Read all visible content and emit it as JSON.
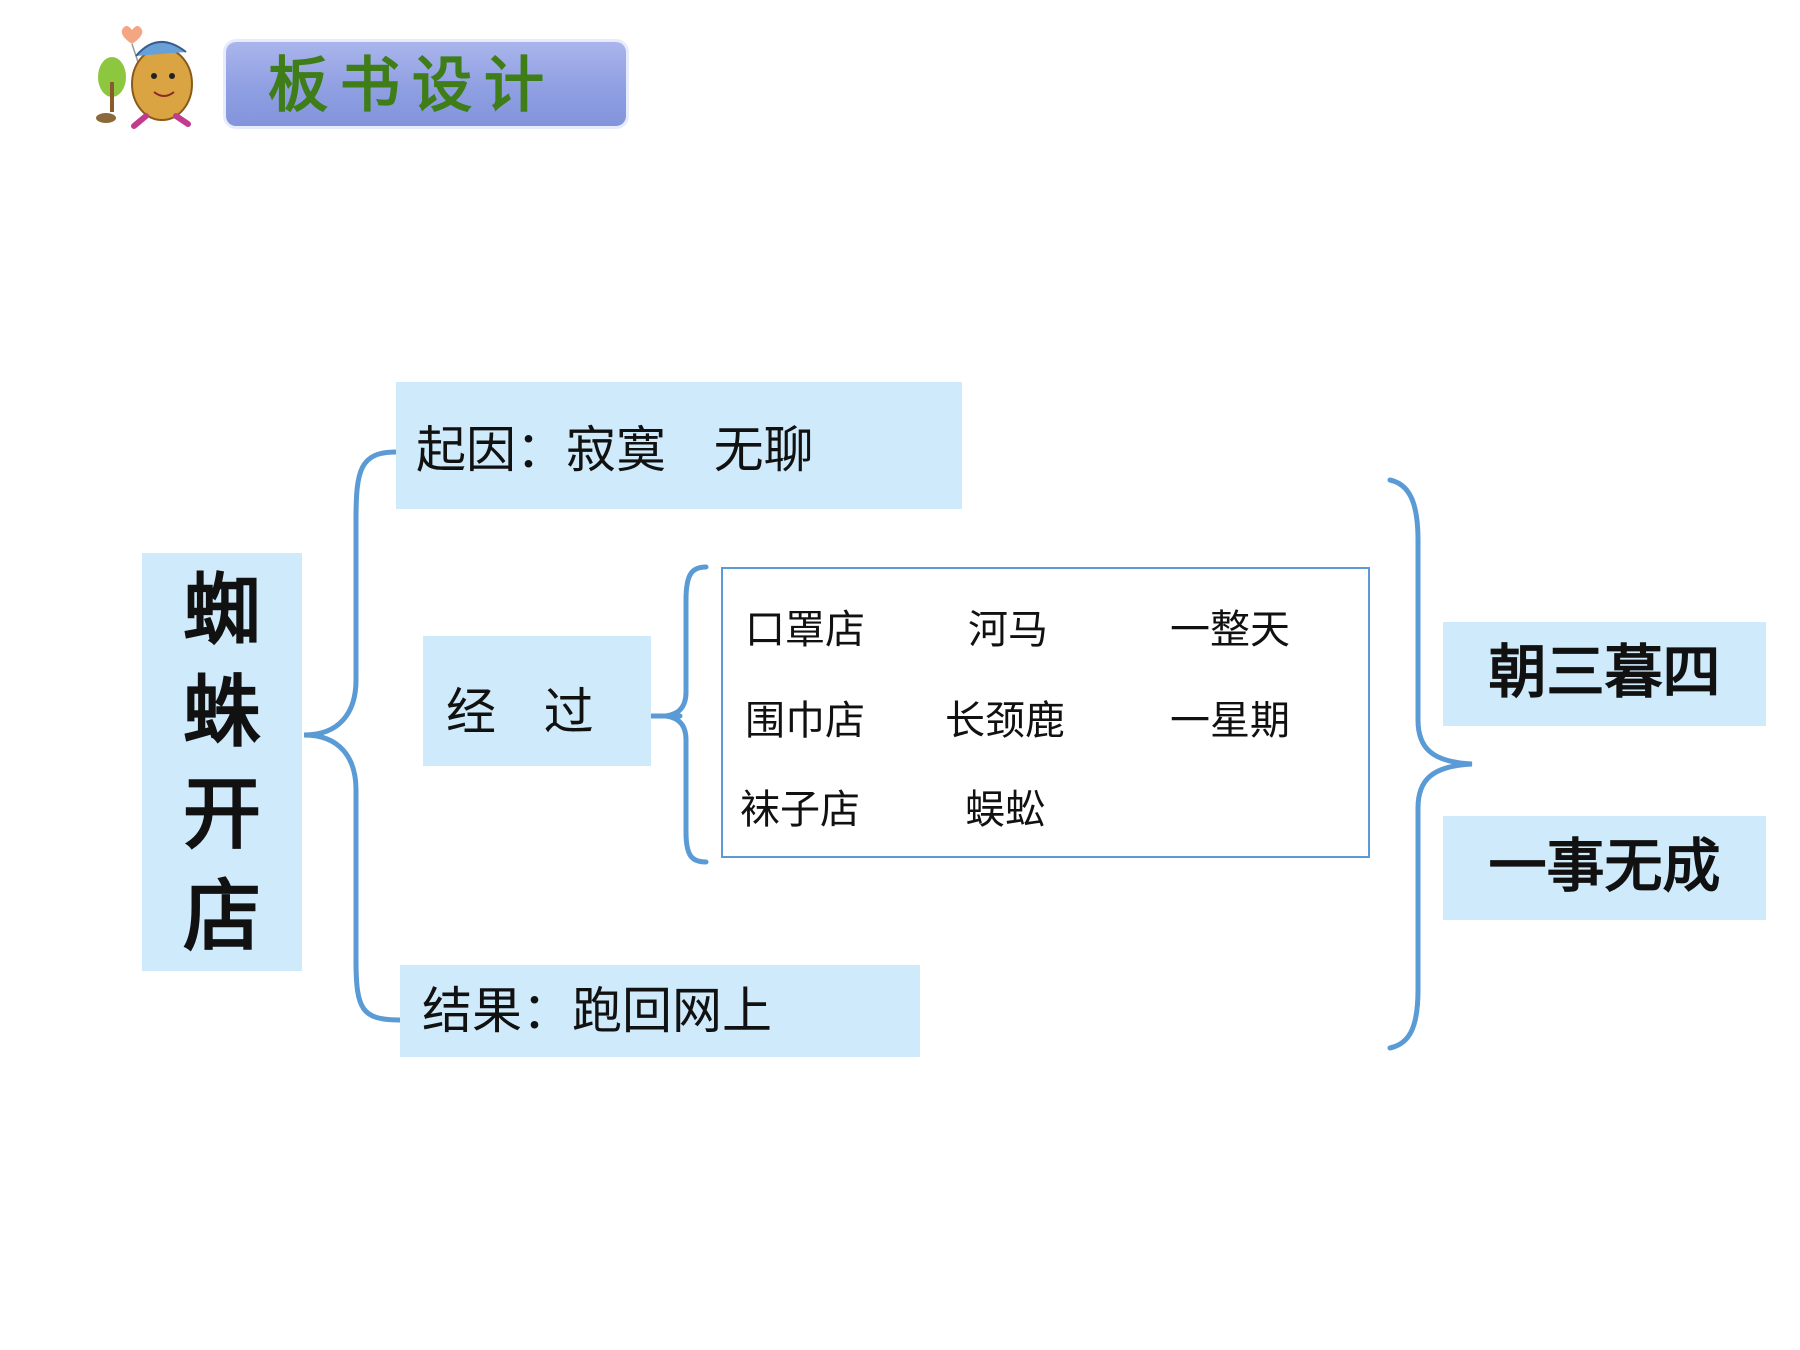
{
  "header": {
    "title": "板书设计"
  },
  "colors": {
    "bracket": "#5b9bd5",
    "block_fill": "#cfeafb",
    "banner": "#8f9fe2",
    "header_text": "#3e7d18"
  },
  "diagram": {
    "title": "蜘蛛开店",
    "cause": "起因：寂寞   无聊",
    "process_label": "经   过",
    "result": "结果：跑回网上",
    "details": {
      "row1": {
        "store": "口罩店",
        "customer": "河马",
        "time": "一整天"
      },
      "row2": {
        "store": "围巾店",
        "customer": "长颈鹿",
        "time": "一星期"
      },
      "row3": {
        "store": "袜子店",
        "customer": "蜈蚣"
      }
    },
    "conclusions": [
      "朝三暮四",
      "一事无成"
    ]
  }
}
